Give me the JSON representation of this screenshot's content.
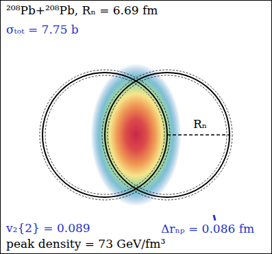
{
  "diagram": {
    "labels": [
      "²⁰⁸Pb+²⁰⁸Pb, Rₙ = 6.69 fm",
      "σₜₒₜ = 7.75 b",
      "Rₙ",
      "Δrₙₚ = 0.086 fm",
      "v₂{2} = 0.089",
      "peak density = 73 GeV/fm³"
    ]
  }
}
